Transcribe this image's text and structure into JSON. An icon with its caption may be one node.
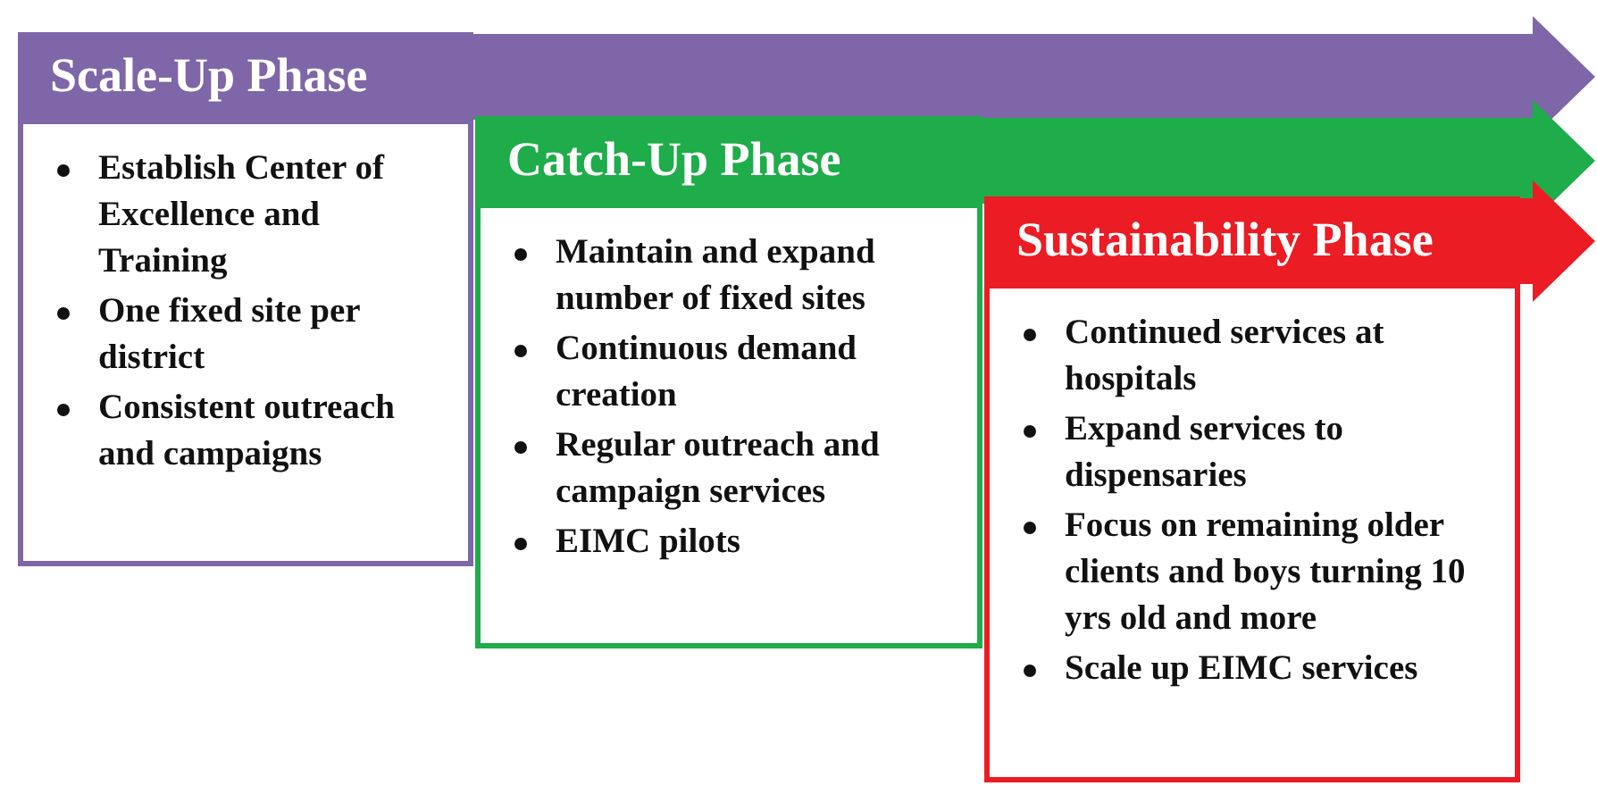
{
  "diagram": {
    "nodes": [
      {
        "text": [
          "Scale-Up Phase",
          "Establish Center of Excellence and Training",
          "One fixed site per district",
          "Consistent outreach and campaigns"
        ]
      },
      {
        "text": [
          "Catch-Up Phase",
          "Maintain and expand number of fixed sites",
          "Continuous demand creation",
          "Regular outreach and campaign services",
          "EIMC pilots"
        ]
      },
      {
        "text": [
          "Sustainability Phase",
          "Continued services at hospitals",
          "Expand services to dispensaries",
          "Focus on remaining older clients and boys turning 10 yrs old and more",
          "Scale up EIMC services"
        ]
      }
    ]
  }
}
